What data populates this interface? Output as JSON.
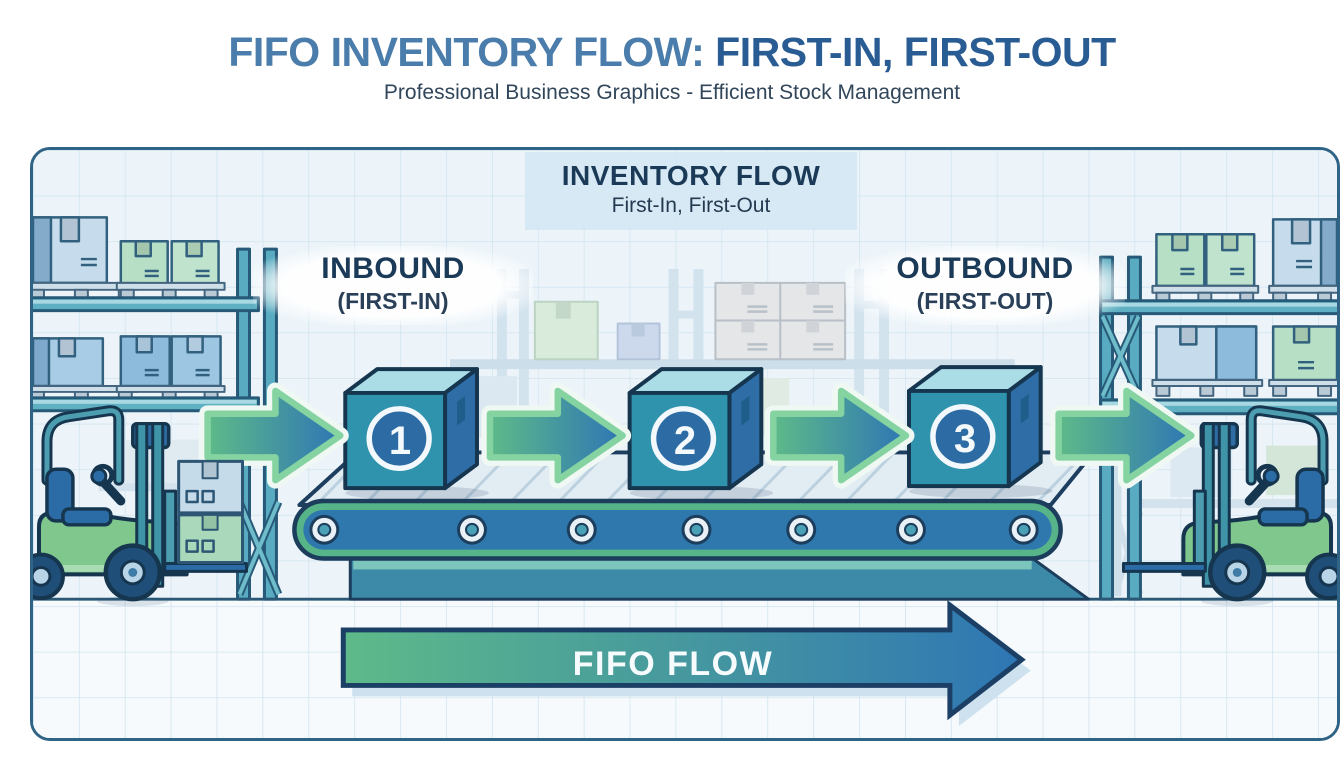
{
  "header": {
    "title_part1": "FIFO INVENTORY FLOW:",
    "title_part2": "FIRST-IN, FIRST-OUT",
    "subtitle": "Professional Business Graphics - Efficient Stock Management"
  },
  "panel": {
    "banner": {
      "title": "INVENTORY FLOW",
      "subtitle": "First-In, First-Out"
    },
    "inbound": {
      "label": "INBOUND",
      "sublabel": "(FIRST-IN)"
    },
    "outbound": {
      "label": "OUTBOUND",
      "sublabel": "(FIRST-OUT)"
    },
    "stations": [
      {
        "number": "1"
      },
      {
        "number": "2"
      },
      {
        "number": "3"
      }
    ],
    "flow_arrow": {
      "label": "FIFO FLOW"
    }
  },
  "icons": {
    "warehouse_illustration": "warehouse scene with shelf racks, forklifts, conveyor belt",
    "left_forklift": "forklift-icon",
    "right_forklift": "forklift-icon",
    "conveyor": "conveyor-belt-icon",
    "boxes": "numbered-inventory-box-icons",
    "arrows": "flow-arrow-icons"
  },
  "colors": {
    "title_blue": "#4a7dab",
    "title_dark_blue": "#2a5c94",
    "panel_border": "#2f6486",
    "panel_bg": "#ecf4f9",
    "navy_text": "#1b3a58",
    "box_front": "#2f93ad",
    "box_side": "#2e6da6",
    "box_top": "#abdde6",
    "arrow_green": "#5eba89",
    "arrow_blue": "#2e76b4",
    "belt_blue": "#2e78ae",
    "belt_green_edge": "#57b388",
    "forklift_green": "#7fc78d",
    "outline_navy": "#16364f"
  }
}
